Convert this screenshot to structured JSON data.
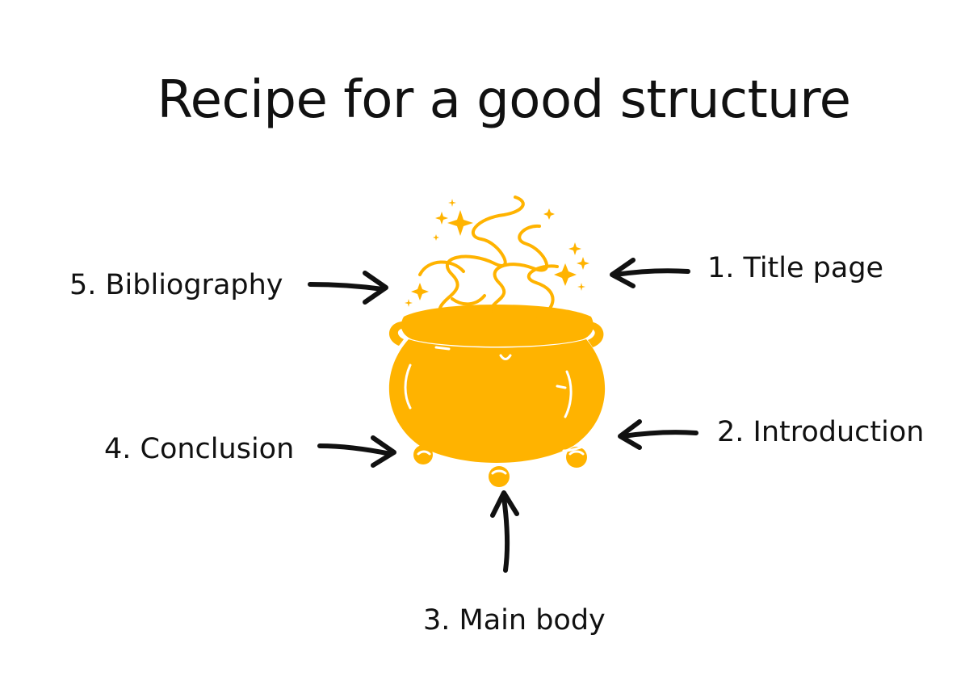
{
  "title": "Recipe for a good structure",
  "labels": {
    "title_page": "1. Title page",
    "introduction": "2. Introduction",
    "main_body": "3. Main body",
    "conclusion": "4. Conclusion",
    "bibliography": "5. Bibliography"
  },
  "colors": {
    "cauldron": "#FFB300",
    "cauldron_dark": "#F5A400",
    "highlight": "#FFFFFF",
    "text": "#111111",
    "arrow": "#111111"
  },
  "icons": {
    "cauldron": "cauldron-icon",
    "steam": "steam-icon",
    "sparkles": "sparkle-icon",
    "arrows": "arrow-icon"
  }
}
